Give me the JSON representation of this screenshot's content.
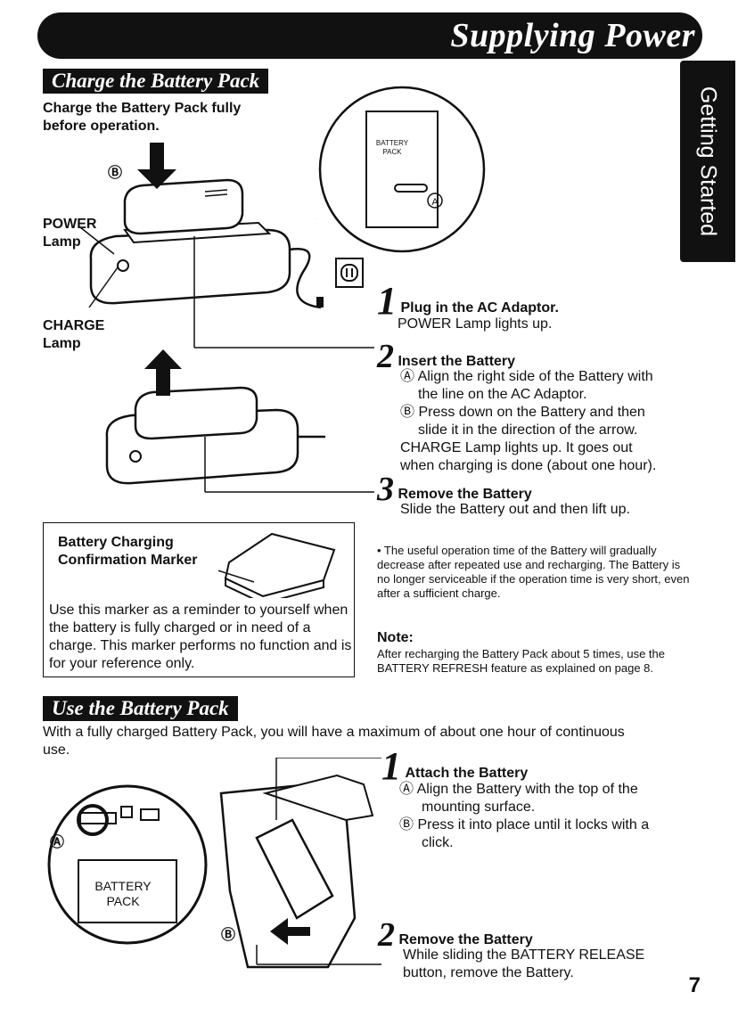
{
  "page": {
    "title": "Supplying Power",
    "side_tab": "Getting Started",
    "page_number": "7"
  },
  "section1": {
    "heading": "Charge the Battery Pack",
    "intro": "Charge the Battery Pack fully before operation.",
    "labels": {
      "power_lamp": "POWER Lamp",
      "charge_lamp": "CHARGE Lamp",
      "b_mark": "Ⓑ",
      "battery_pack": "BATTERY PACK",
      "a_mark": "Ⓐ"
    },
    "steps": [
      {
        "num": "1",
        "title": "Plug in the AC Adaptor.",
        "lines": [
          "POWER Lamp lights up."
        ]
      },
      {
        "num": "2",
        "title": "Insert the Battery",
        "lines": [
          "Ⓐ Align the right side of the Battery with",
          "the line on the AC Adaptor.",
          "Ⓑ Press down on the Battery and then",
          "slide it in the direction of the arrow.",
          "CHARGE Lamp lights up. It goes out",
          "when charging is done (about one hour)."
        ]
      },
      {
        "num": "3",
        "title": "Remove the Battery",
        "lines": [
          "Slide the Battery out and then lift up."
        ]
      }
    ],
    "marker_box": {
      "title": "Battery Charging Confirmation Marker",
      "body": "Use this marker as a reminder to yourself when the battery is fully charged or in need of a charge. This marker performs no function and is for your reference only."
    },
    "bullet": "• The useful operation time of the Battery will gradually decrease after repeated use and recharging. The Battery is no longer serviceable if the operation time is very short, even after a sufficient charge.",
    "note_title": "Note:",
    "note_body": "After recharging the Battery Pack about 5 times, use the BATTERY REFRESH feature as explained on page 8."
  },
  "section2": {
    "heading": "Use the Battery Pack",
    "intro": "With a fully charged Battery Pack, you will have a maximum of about one hour of continuous use.",
    "labels": {
      "battery_pack": "BATTERY PACK",
      "a_mark": "Ⓐ",
      "b_mark": "Ⓑ"
    },
    "steps": [
      {
        "num": "1",
        "title": "Attach the Battery",
        "lines": [
          "Ⓐ Align the Battery with the top of the",
          "mounting surface.",
          "Ⓑ Press it into place until it locks with a",
          "click."
        ]
      },
      {
        "num": "2",
        "title": "Remove the Battery",
        "lines": [
          "While sliding the BATTERY RELEASE",
          "button, remove the Battery."
        ]
      }
    ]
  }
}
